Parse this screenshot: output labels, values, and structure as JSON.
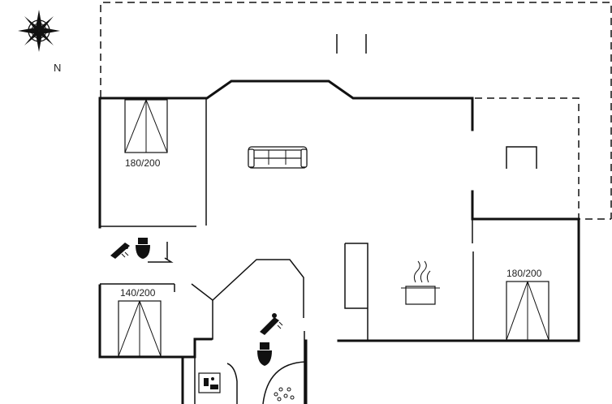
{
  "compass": {
    "north_label": "N"
  },
  "rooms": {
    "bedroom_1": {
      "bed_label": "180/200"
    },
    "bedroom_2": {
      "bed_label": "140/200"
    },
    "bedroom_3": {
      "bed_label": "180/200"
    }
  }
}
